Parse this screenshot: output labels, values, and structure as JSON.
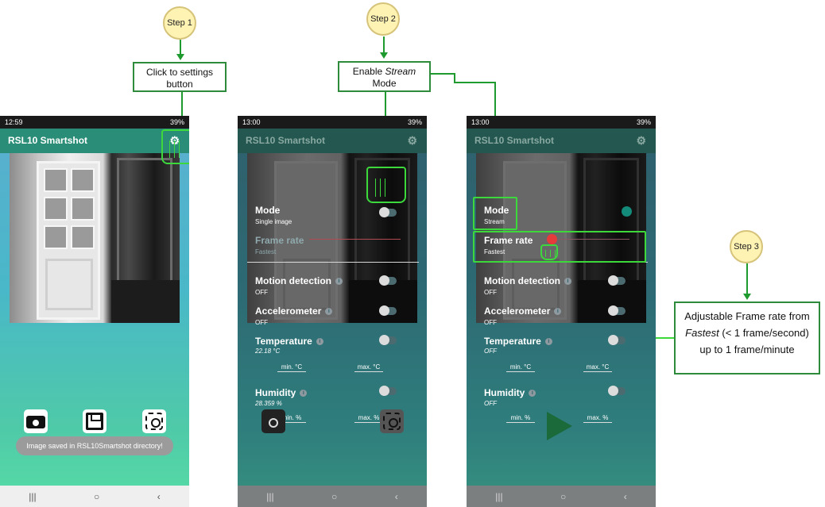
{
  "annotations": {
    "step1": "Step 1",
    "step2": "Step 2",
    "step3": "Step 3",
    "note1": "Click to settings button",
    "note2_prefix": "Enable ",
    "note2_em": "Stream",
    "note2_suffix": " Mode",
    "note3_a": "Adjustable Frame rate from ",
    "note3_em": "Fastest",
    "note3_b": " (< 1 frame/second) up to 1 frame/minute"
  },
  "phone1": {
    "time": "12:59",
    "status_right": "39%",
    "app_title": "RSL10 Smartshot",
    "toast": "Image saved in RSL10Smartshot directory!"
  },
  "phone2": {
    "time": "13:00",
    "status_right": "39%",
    "app_title": "RSL10 Smartshot",
    "mode_label": "Mode",
    "mode_value": "Single image",
    "frame_label": "Frame rate",
    "frame_value": "Fastest",
    "motion_label": "Motion detection",
    "motion_value": "OFF",
    "accel_label": "Accelerometer",
    "accel_value": "OFF",
    "temp_label": "Temperature",
    "temp_value": "22.18 °C",
    "temp_min": "min. °C",
    "temp_max": "max. °C",
    "hum_label": "Humidity",
    "hum_value": "28.359 %",
    "hum_min": "min. %",
    "hum_max": "max. %"
  },
  "phone3": {
    "time": "13:00",
    "status_right": "39%",
    "app_title": "RSL10 Smartshot",
    "mode_label": "Mode",
    "mode_value": "Stream",
    "frame_label": "Frame rate",
    "frame_value": "Fastest",
    "motion_label": "Motion detection",
    "motion_value": "OFF",
    "accel_label": "Accelerometer",
    "accel_value": "OFF",
    "temp_label": "Temperature",
    "temp_value": "OFF",
    "temp_min": "min. °C",
    "temp_max": "max. °C",
    "hum_label": "Humidity",
    "hum_value": "OFF",
    "hum_min": "min. %",
    "hum_max": "max. %"
  },
  "nav": {
    "recents": "|||",
    "home": "○",
    "back": "‹"
  },
  "icons": {
    "settings": "gear-icon",
    "camera": "camera-icon",
    "save": "save-icon",
    "face": "face-scan-icon",
    "play": "play-icon"
  },
  "colors": {
    "appbar": "#2a8d77",
    "annotation_green": "#3cd83c",
    "step_fill": "#fff3b4",
    "knob_red": "#e63b3b",
    "knob_teal": "#138a7a"
  }
}
